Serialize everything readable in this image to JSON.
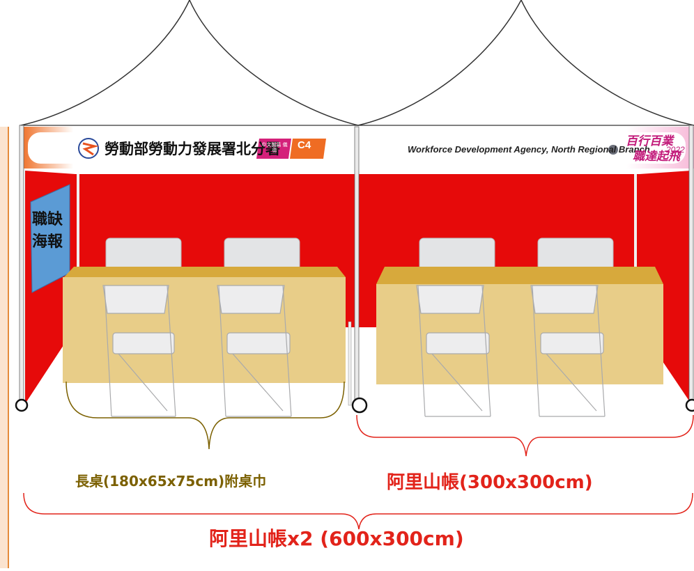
{
  "banner": {
    "agency_zh": "勞動部勞動力發展署北分署",
    "badge_small": "中文圖篇 儀德",
    "booth_code": "C4",
    "agency_en": "Workforce Development Agency, North Regional Branch",
    "event_logo_line1": "百行百業",
    "event_logo_line2": "職達起飛",
    "event_logo_year": "2022"
  },
  "poster": {
    "label_line1": "職缺",
    "label_line2": "海報"
  },
  "annotations": {
    "table": "長桌(180x65x75cm)附桌巾",
    "single_tent": "阿里山帳(300x300cm)",
    "total": "阿里山帳x2 (600x300cm)"
  },
  "colors": {
    "tent_wall": "#e60a0a",
    "tablecloth": "#e8cd88",
    "table_top": "#d7a93c",
    "poster": "#5b9bd5",
    "red_annotation": "#e2231a",
    "table_annotation": "#7b6000",
    "chair": "#d9dadc"
  },
  "icons": [
    "agency-logo-icon",
    "event-logo-icon",
    "folding-chair-icon"
  ]
}
